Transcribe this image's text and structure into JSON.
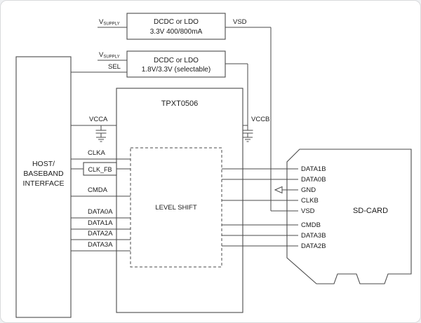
{
  "page": {
    "bg": "#ffffff",
    "line_color": "#4a4a4a",
    "text_color": "#1a1a1a"
  },
  "host": {
    "line1": "HOST/",
    "line2": "BASEBAND",
    "line3": "INTERFACE"
  },
  "regulator_top": {
    "line1": "DCDC or LDO",
    "line2": "3.3V 400/800mA"
  },
  "regulator_sel": {
    "line1": "DCDC or LDO",
    "line2": "1.8V/3.3V (selectable)"
  },
  "tpxt": {
    "title": "TPXT0506",
    "level_shift": "LEVEL SHIFT"
  },
  "sdcard": {
    "label": "SD-CARD"
  },
  "nets": {
    "vsupply_main": "V",
    "vsupply_sub": "SUPPLY",
    "sel": "SEL",
    "vsd": "VSD",
    "vcca": "VCCA",
    "vccb": "VCCB"
  },
  "host_pins": {
    "clka": "CLKA",
    "clk_fb": "CLK_FB",
    "cmda": "CMDA",
    "data0a": "DATA0A",
    "data1a": "DATA1A",
    "data2a": "DATA2A",
    "data3a": "DATA3A"
  },
  "sd_pins": {
    "data1b": "DATA1B",
    "data0b": "DATA0B",
    "gnd": "GND",
    "clkb": "CLKB",
    "vsd": "VSD",
    "cmdb": "CMDB",
    "data3b": "DATA3B",
    "data2b": "DATA2B"
  }
}
